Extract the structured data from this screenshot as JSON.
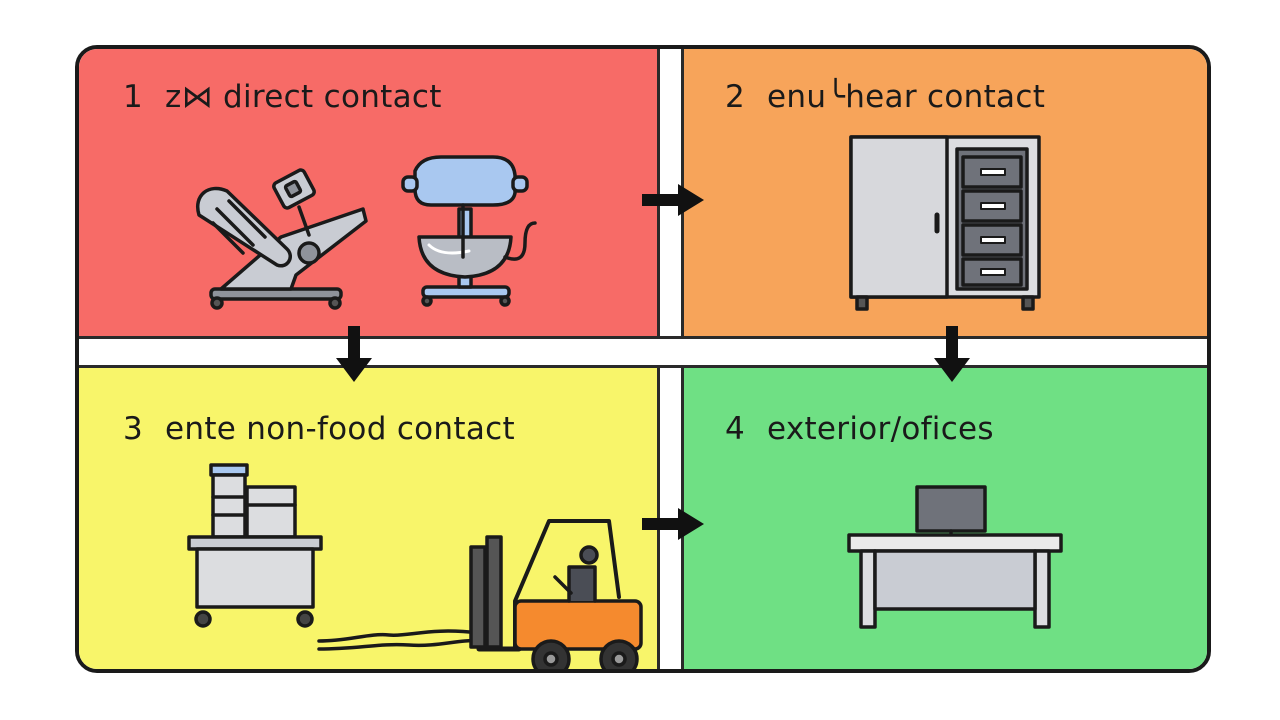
{
  "zones": [
    {
      "number": "1",
      "label": "z⋈  direct contact",
      "color": "#f76b67"
    },
    {
      "number": "2",
      "label": "enu╰hear contact",
      "color": "#f7a45a"
    },
    {
      "number": "3",
      "label": "ente non-food contact",
      "color": "#f8f56a"
    },
    {
      "number": "4",
      "label": "exterior/ofices",
      "color": "#6fe084"
    }
  ],
  "icons": {
    "zone1": [
      "meat-slicer-icon",
      "stand-mixer-icon"
    ],
    "zone2": [
      "storage-cabinet-icon"
    ],
    "zone3": [
      "prep-cart-icon",
      "forklift-icon"
    ],
    "zone4": [
      "office-desk-icon"
    ]
  },
  "arrows": [
    {
      "from": "1",
      "to": "2"
    },
    {
      "from": "1",
      "to": "3"
    },
    {
      "from": "2",
      "to": "4"
    },
    {
      "from": "3",
      "to": "4"
    }
  ],
  "colors": {
    "outline": "#1a1a1a",
    "metal": "#c9ccd3",
    "mixer_blue": "#a9c8f0",
    "forklift_orange": "#f58a2e"
  }
}
